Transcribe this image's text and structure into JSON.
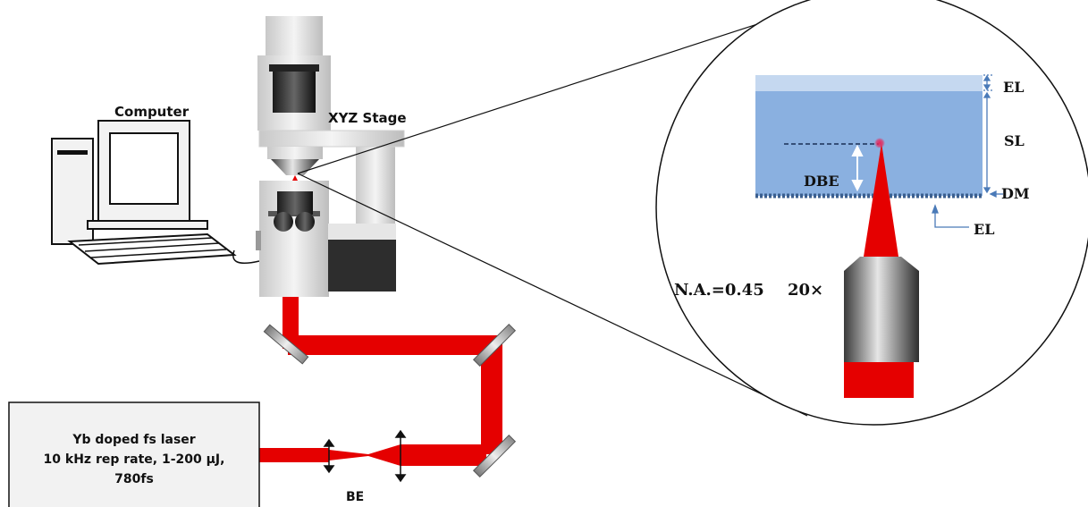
{
  "labels": {
    "computer": "Computer",
    "xyz_stage": "XYZ Stage",
    "beam_expander": "BE",
    "laser_line1": "Yb doped fs laser",
    "laser_line2": "10 kHz rep rate, 1-200 μJ,",
    "laser_line3": "780fs",
    "na": "N.A.=0.45",
    "mag": "20×",
    "el_top": "EL",
    "sl": "SL",
    "dbe": "DBE",
    "dm": "DM",
    "el_bottom": "EL"
  },
  "colors": {
    "laser_red": "#e50000",
    "sample_blue": "#8ab0e0",
    "sample_top_layer": "#c5d8f0",
    "sample_dot_border": "#3b5f8f",
    "arrow_blue": "#4a7ab8",
    "stage_grey": "#d9d9d9",
    "objective_dark": "#333333"
  },
  "icons": [
    "computer-icon",
    "microscope-icon",
    "mirror-icon",
    "lens-icon",
    "objective-icon",
    "laser-source-box"
  ]
}
